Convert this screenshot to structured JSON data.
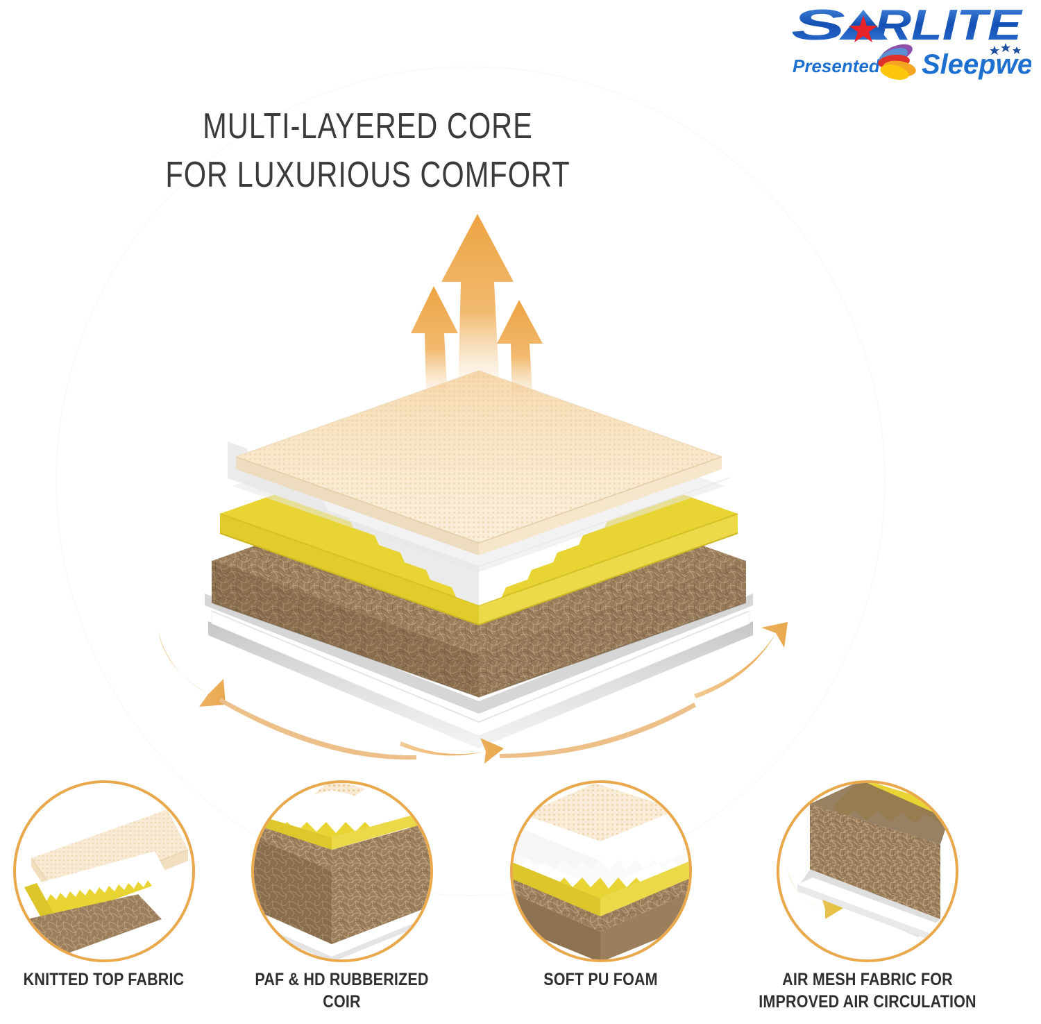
{
  "brand": {
    "logo_name": "starlite-sleepwell-logo",
    "primary_text": "STARLITE",
    "presented_by": "Presented by",
    "parent_brand": "Sleepwell",
    "colors": {
      "starlite_blue": "#1a5fc4",
      "star_red": "#e8232a",
      "sleepwell_blue": "#1d6fd0",
      "swoosh_purple": "#8e4fa8",
      "swoosh_blue": "#5b8fd4",
      "swoosh_red": "#e0322a",
      "swoosh_orange": "#f5a623",
      "swoosh_yellow": "#fcc60a"
    }
  },
  "headline": {
    "line1": "MULTI-LAYERED CORE",
    "line2": "FOR LUXURIOUS COMFORT",
    "color": "#3b3b3b"
  },
  "diagram": {
    "name": "exploded-mattress-layer-diagram",
    "airflow_arrows_up": 3,
    "circulation_arrows": 4,
    "layers": [
      {
        "id": "knitted-top-fabric",
        "label": "Knitted Top Fabric",
        "color": "#f6e3c6"
      },
      {
        "id": "soft-pu-foam",
        "label": "Soft PU Foam",
        "color": "#ffffff"
      },
      {
        "id": "paf-layer",
        "label": "PAF",
        "color": "#e8d433"
      },
      {
        "id": "hd-rubberized-coir",
        "label": "HD Rubberized Coir",
        "color": "#9a7e5b"
      },
      {
        "id": "air-mesh-fabric",
        "label": "Air Mesh Fabric",
        "color": "#ffffff"
      }
    ],
    "accent_color": "#eeab53",
    "shadow_color": "#a8a8a8"
  },
  "features": [
    {
      "id": "knitted-top-fabric",
      "label": "KNITTED TOP FABRIC",
      "icon": "knitted-fabric-closeup-icon"
    },
    {
      "id": "paf-hd-rubberized-coir",
      "label": "PAF & HD RUBBERIZED\nCOIR",
      "label_line1": "PAF & HD RUBBERIZED",
      "label_line2": "COIR",
      "icon": "coir-block-closeup-icon"
    },
    {
      "id": "soft-pu-foam",
      "label": "SOFT PU FOAM",
      "icon": "pu-foam-closeup-icon"
    },
    {
      "id": "air-mesh-fabric",
      "label": "AIR MESH FABRIC FOR\nIMPROVED AIR CIRCULATION",
      "label_line1": "AIR MESH FABRIC FOR",
      "label_line2": "IMPROVED AIR CIRCULATION",
      "icon": "air-mesh-circulation-icon"
    }
  ]
}
